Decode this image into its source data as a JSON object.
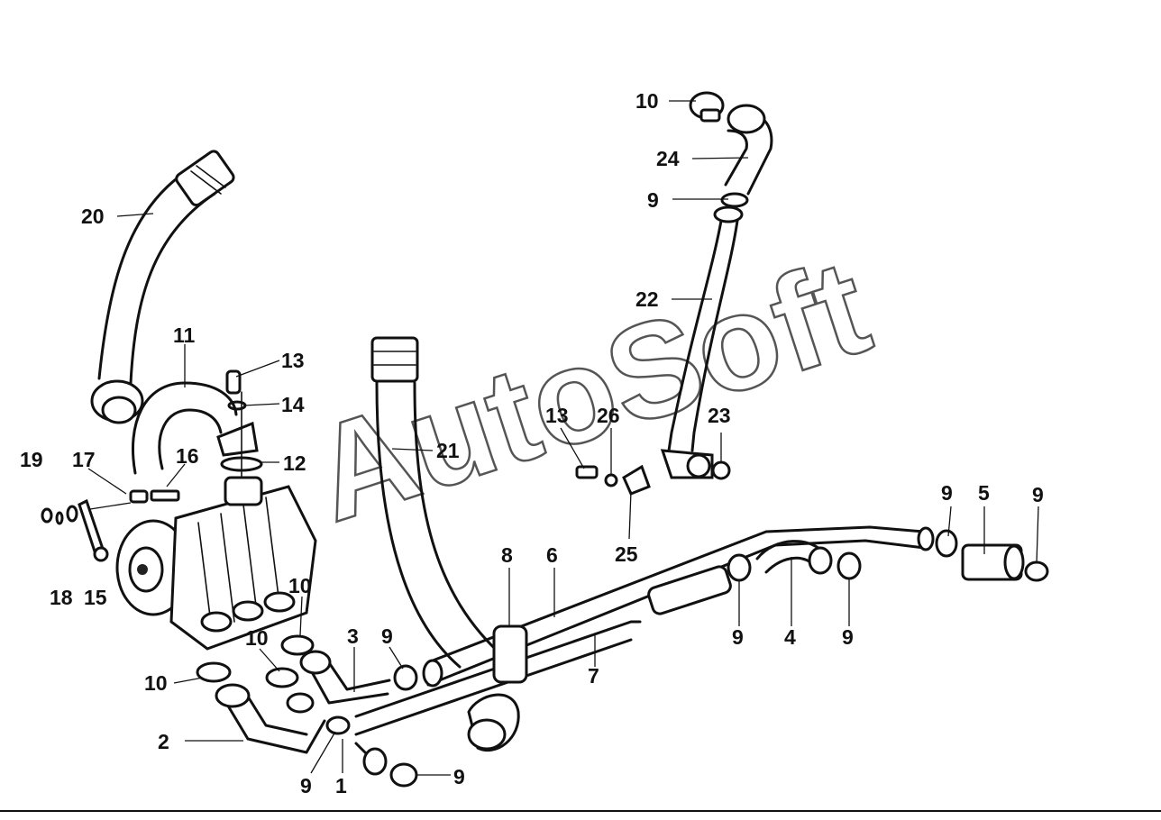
{
  "watermark": "AutoSoft",
  "callouts": [
    "1",
    "2",
    "3",
    "4",
    "5",
    "6",
    "7",
    "8",
    "9",
    "10",
    "11",
    "12",
    "13",
    "14",
    "15",
    "16",
    "17",
    "18",
    "19",
    "20",
    "21",
    "22",
    "23",
    "24",
    "25",
    "26"
  ]
}
